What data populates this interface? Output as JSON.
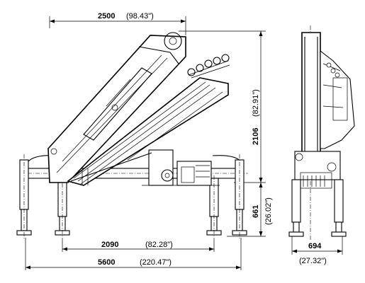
{
  "dimensions": {
    "width_mm": "2500",
    "width_in": "(98.43\")",
    "height_mm": "2106",
    "height_in": "(82.91\")",
    "leg_height_mm": "661",
    "leg_height_in": "(26.02\")",
    "inner_span_mm": "2090",
    "inner_span_in": "(82.28\")",
    "outer_span_mm": "5600",
    "outer_span_in": "(220.47\")",
    "side_width_mm": "694",
    "side_width_in": "(27.32\")"
  }
}
